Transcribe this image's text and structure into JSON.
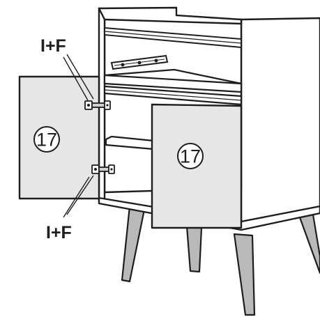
{
  "labels": {
    "hinge_top": "I+F",
    "hinge_bottom": "I+F"
  },
  "parts": {
    "left_door_number": "17",
    "right_door_number": "17"
  },
  "colors": {
    "line": "#1d1d1b",
    "door_fill": "#e6e6e6",
    "leg_fill": "#b9b9b9",
    "body_fill": "#ffffff"
  }
}
